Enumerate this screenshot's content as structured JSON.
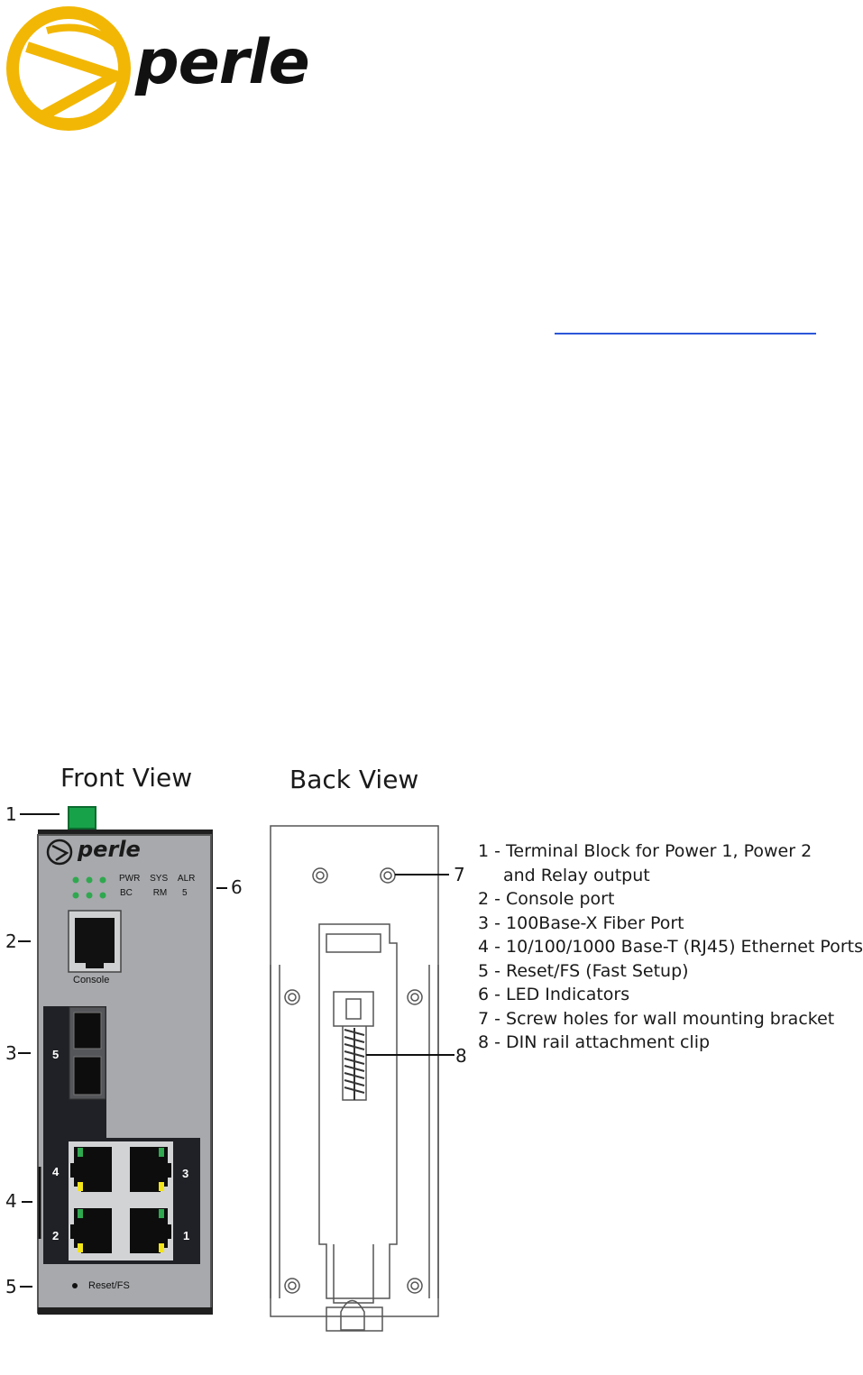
{
  "brand": {
    "logo_text": "perle"
  },
  "views": {
    "front_title": "Front View",
    "back_title": "Back View"
  },
  "front_panel": {
    "logo_text": "perle",
    "led_labels_row1": [
      "PWR",
      "SYS",
      "ALR"
    ],
    "led_labels_row2": [
      "BC",
      "RM",
      "5"
    ],
    "console_label": "Console",
    "port_numbers": [
      "5",
      "4",
      "3",
      "2",
      "1"
    ],
    "reset_label": "Reset/FS"
  },
  "callouts": {
    "c1": "1",
    "c2": "2",
    "c3": "3",
    "c4": "4",
    "c5": "5",
    "c6": "6",
    "c7": "7",
    "c8": "8"
  },
  "legend": [
    "1 - Terminal Block for Power 1, Power 2",
    "and Relay output",
    "2 - Console port",
    "3 - 100Base-X Fiber Port",
    "4 - 10/100/1000 Base-T (RJ45) Ethernet Ports",
    "5 - Reset/FS (Fast Setup)",
    "6 - LED Indicators",
    "7 - Screw holes for wall mounting bracket",
    "8 - DIN rail attachment clip"
  ],
  "colors": {
    "brand_yellow": "#F2B705",
    "panel_gray": "#a7a9ac",
    "led_green": "#2fa84f",
    "link_blue": "#2b57d9"
  }
}
